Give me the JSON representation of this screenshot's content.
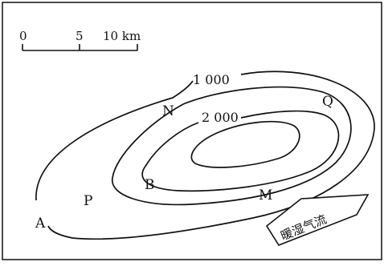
{
  "scale_bar": {
    "ticks": [
      "0",
      "5",
      "10 km"
    ]
  },
  "contours": [
    {
      "label": "1 000"
    },
    {
      "label": "2 000"
    }
  ],
  "points": [
    {
      "id": "A",
      "label": "A"
    },
    {
      "id": "P",
      "label": "P"
    },
    {
      "id": "N",
      "label": "N"
    },
    {
      "id": "B",
      "label": "B"
    },
    {
      "id": "M",
      "label": "M"
    },
    {
      "id": "Q",
      "label": "Q"
    }
  ],
  "airflow": {
    "label": "暖湿气流"
  },
  "colors": {
    "line": "#111111",
    "background": "#ffffff"
  }
}
